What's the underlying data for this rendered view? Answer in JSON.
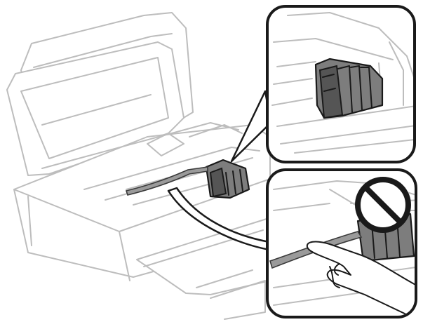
{
  "diagram": {
    "colors": {
      "outline_light": "#bdbdbd",
      "outline_dark": "#1a1a1a",
      "cartridge_gray": "#7d7d7d",
      "background": "#ffffff"
    },
    "icons": [
      "prohibition-icon"
    ],
    "panels": [
      "printer-overview",
      "inset-cartridge-holder",
      "inset-cable-warning"
    ]
  }
}
